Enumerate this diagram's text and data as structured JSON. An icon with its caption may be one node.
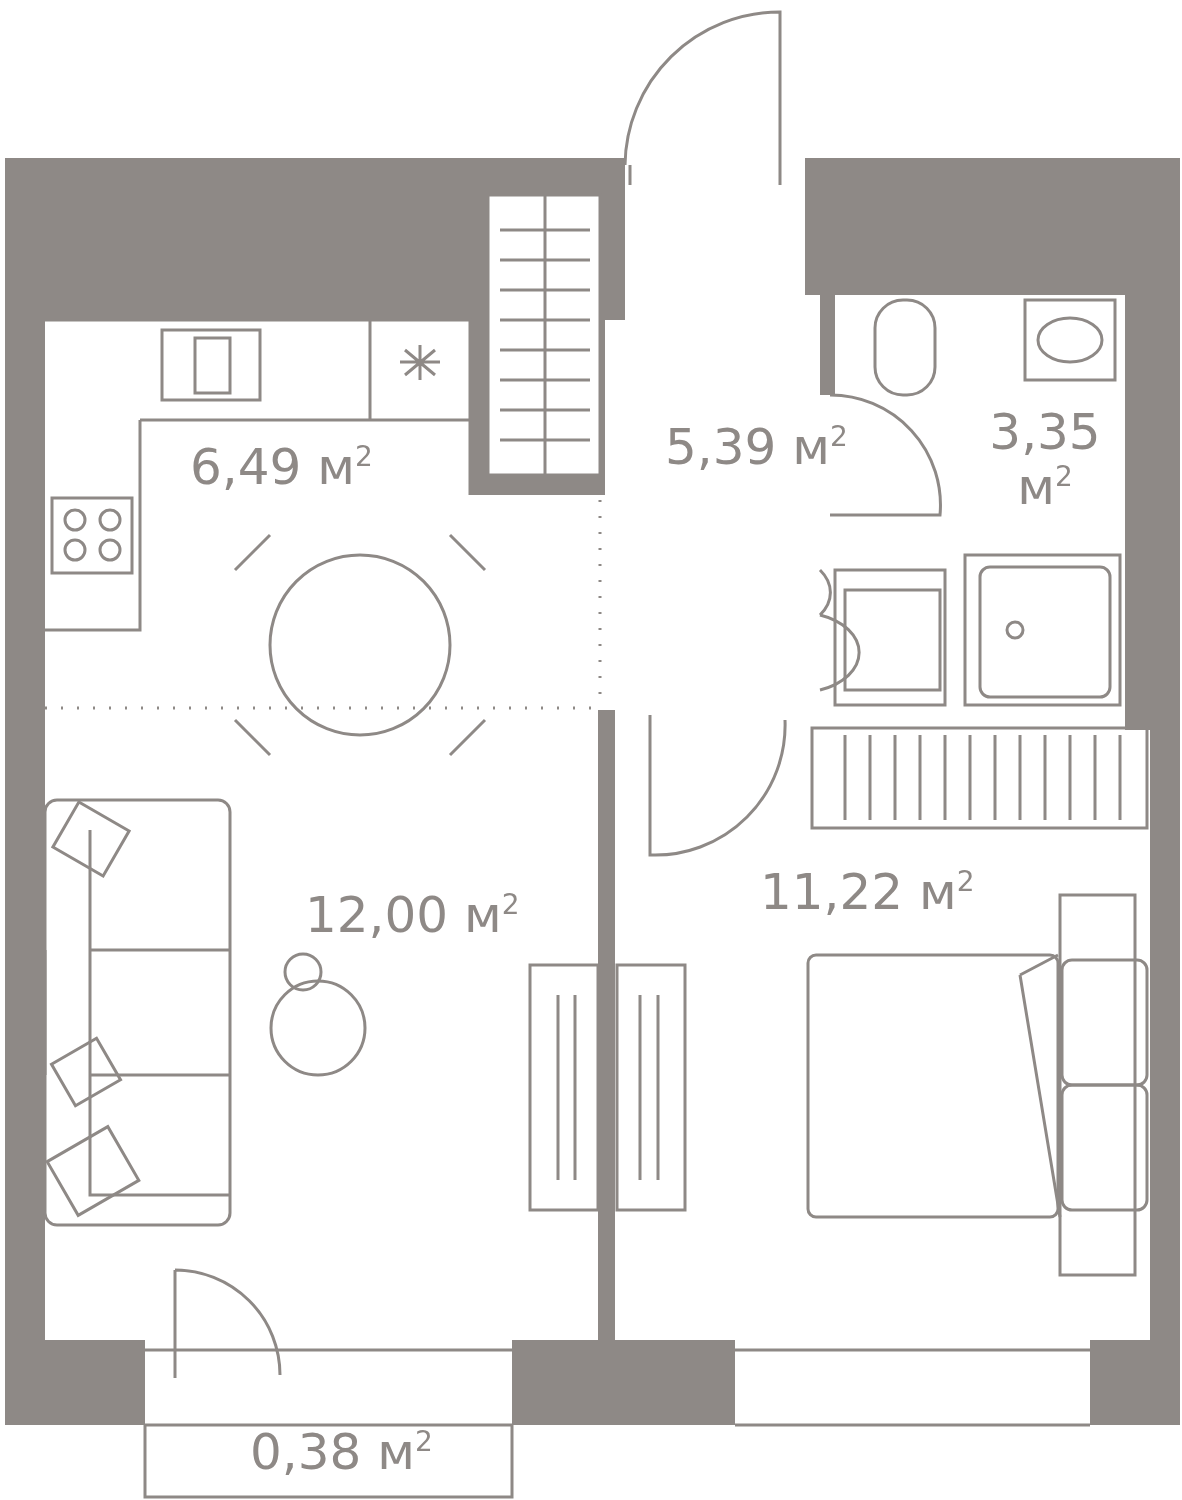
{
  "diagram": {
    "labels": [
      "6,49 м$^{2}$",
      "5,39 м$^{2}$",
      "3,35 м$^{2}$",
      "12,00 м$^{2}$",
      "11,22 м$^{2}$",
      "0,38 м$^{2}$"
    ]
  }
}
